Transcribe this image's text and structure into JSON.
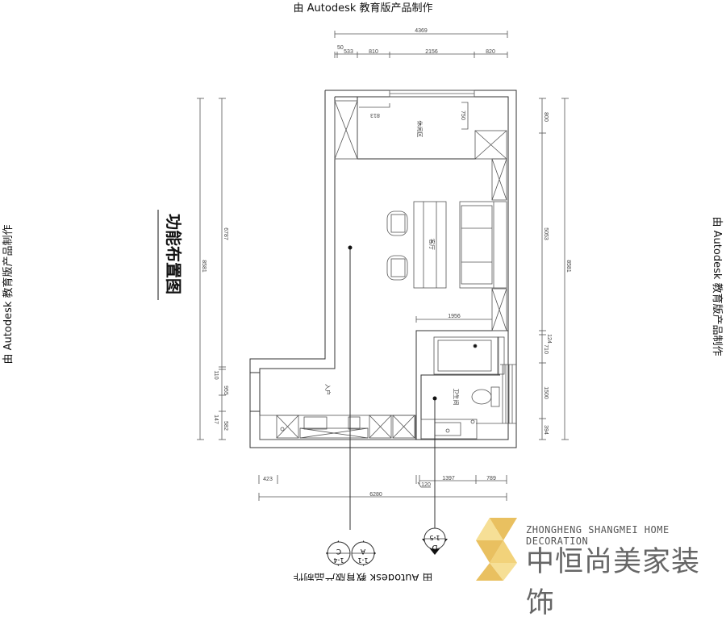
{
  "watermark": "由 Autodesk 教育版产品制作",
  "title": "功能布置图",
  "rooms": {
    "leisure": "休闲区",
    "living": "客厅",
    "entry": "入户",
    "bathroom": "卫生间"
  },
  "dimensions": {
    "top": {
      "total": "4369",
      "a": "50",
      "b": "533",
      "c": "810",
      "d": "2156",
      "e": "820"
    },
    "left": {
      "total": "8581",
      "a": "6787",
      "b": "110",
      "c": "955",
      "d": "147",
      "e": "582"
    },
    "right": {
      "total": "8581",
      "a": "800",
      "b": "5053",
      "c": "124",
      "d": "710",
      "e": "1500",
      "f": "394"
    },
    "bottom": {
      "total": "6280",
      "a": "423",
      "b": "120",
      "c": "1397",
      "d": "789"
    },
    "interior": {
      "a": "813",
      "b": "750",
      "c": "1956"
    }
  },
  "markers": [
    {
      "letter": "C",
      "ref": "1-4"
    },
    {
      "letter": "A",
      "ref": "1-1"
    },
    {
      "letter": "D",
      "ref": "1-5"
    }
  ],
  "logo": {
    "english": "ZHONGHENG SHANGMEI HOME DECORATION",
    "chinese": "中恒尚美家装饰",
    "colors": [
      "#f2d27a",
      "#e9c060",
      "#f6df96"
    ]
  }
}
